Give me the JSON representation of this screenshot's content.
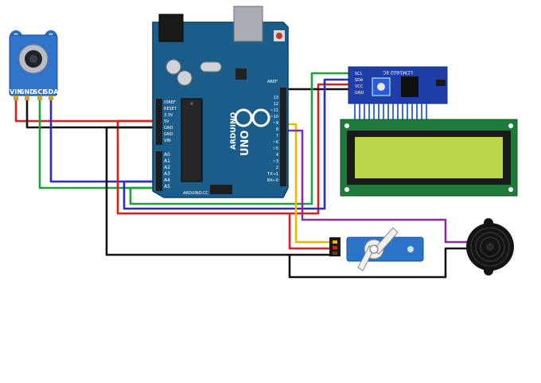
{
  "sensor": {
    "pins": [
      "VIN",
      "GND",
      "SCL",
      "SDA"
    ]
  },
  "arduino": {
    "brand": "ARDUINO",
    "model": "UNO",
    "site": "ARDUINO.CC",
    "reset_label": "RESET",
    "aref_label": "AREF",
    "gnd_label": "GND",
    "power_pins": [
      "IOREF",
      "RESET",
      "3.3V",
      "5V",
      "GND",
      "GND",
      "VIN"
    ],
    "analog_pins": [
      "A0",
      "A1",
      "A2",
      "A3",
      "A4",
      "A5"
    ],
    "digital_pins": [
      "13",
      "12",
      "~11",
      "~10",
      "~9",
      "8",
      "7",
      "~6",
      "~5",
      "4",
      "~3",
      "2",
      "TX→1",
      "RX←0"
    ]
  },
  "lcd_backpack": {
    "title": "LCM1602 IIC",
    "pins": [
      "SCL",
      "SDA",
      "VCC",
      "GND"
    ]
  },
  "colors": {
    "wire_red": "#e01e1e",
    "wire_black": "#111111",
    "wire_green": "#1aa33a",
    "wire_blue": "#2a2ad0",
    "wire_yellow": "#f2b800",
    "wire_purple": "#8a2ca0",
    "board_blue": "#1b5e8c",
    "lcd_screen": "#b9d64a",
    "lcd_pcb": "#1e7a3a"
  },
  "icons": [
    "temperature-sensor-icon",
    "servo-icon",
    "buzzer-icon"
  ]
}
